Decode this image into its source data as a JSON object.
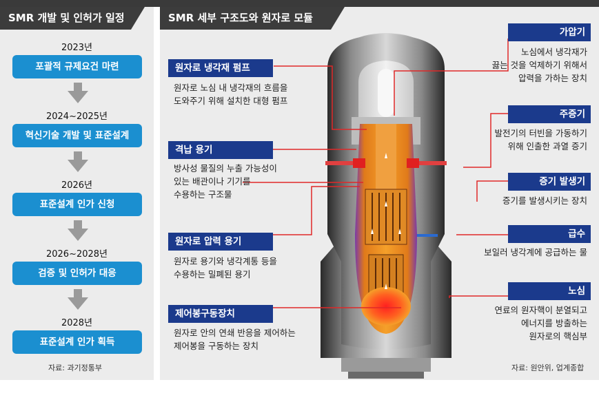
{
  "left": {
    "header": "SMR 개발 및 인허가 일정",
    "steps": [
      {
        "year": "2023년",
        "label": "포괄적 규제요건 마련"
      },
      {
        "year": "2024~2025년",
        "label": "혁신기술 개발 및 표준설계"
      },
      {
        "year": "2026년",
        "label": "표준설계 인가 신청"
      },
      {
        "year": "2026~2028년",
        "label": "검증 및 인허가 대응"
      },
      {
        "year": "2028년",
        "label": "표준설계 인가 획득"
      }
    ],
    "source": "자료: 과기정통부"
  },
  "right": {
    "header": "SMR 세부 구조도와 원자로 모듈",
    "left_labels": [
      {
        "title": "원자로 냉각재 펌프",
        "lines": [
          "원자로 노심 내 냉각재의 흐름을",
          "도와주기 위해 설치한 대형 펌프"
        ]
      },
      {
        "title": "격납 용기",
        "lines": [
          "방사성 물질의 누출 가능성이",
          "있는 배관이나 기기를",
          "수용하는 구조물"
        ]
      },
      {
        "title": "원자로 압력 용기",
        "lines": [
          "원자로 용기와 냉각계통 등을",
          "수용하는 밀폐된 용기"
        ]
      },
      {
        "title": "제어봉구동장치",
        "lines": [
          "원자로 안의 연쇄 반응을 제어하는",
          "제어봉을 구동하는 장치"
        ]
      }
    ],
    "right_labels": [
      {
        "title": "가압기",
        "lines": [
          "노심에서 냉각재가",
          "끓는 것을 억제하기 위해서",
          "압력을 가하는 장치"
        ]
      },
      {
        "title": "주증기",
        "lines": [
          "발전기의 터빈을 가동하기",
          "위해 인출한 과열 증기"
        ]
      },
      {
        "title": "증기 발생기",
        "lines": [
          "증기를 발생시키는 장치"
        ]
      },
      {
        "title": "급수",
        "lines": [
          "보일러 냉각계에 공급하는 물"
        ]
      },
      {
        "title": "노심",
        "lines": [
          "연료의 원자핵이 분열되고",
          "에너지를 방출하는",
          "원자로의 핵심부"
        ]
      }
    ],
    "source": "자료: 원안위, 업계종합"
  },
  "colors": {
    "pill": "#1b8fd0",
    "label": "#1b3a8c",
    "header": "#3c3c3c",
    "panel": "#ececec"
  }
}
